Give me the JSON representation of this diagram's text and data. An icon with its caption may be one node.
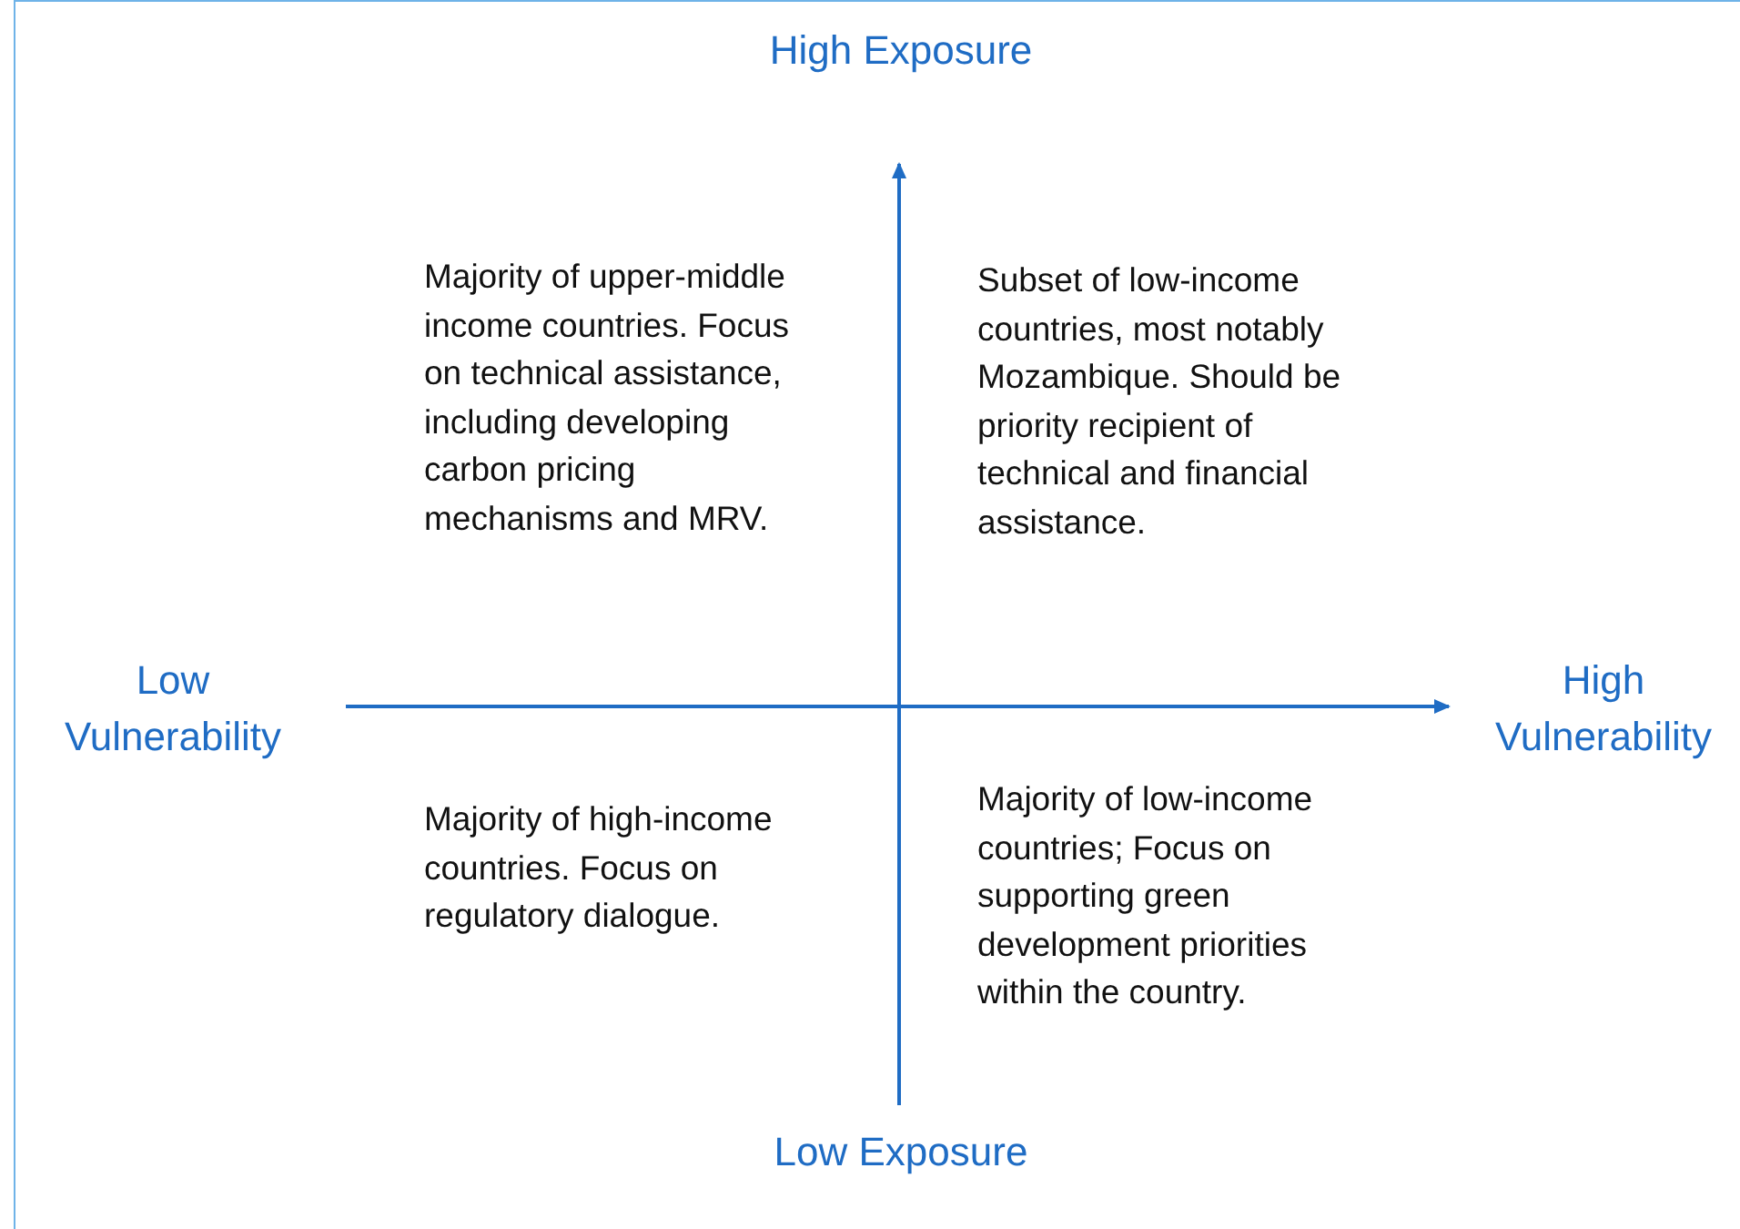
{
  "diagram": {
    "labels": [
      "High Exposure",
      "Majority of upper-middle income countries. Focus on technical assistance, including developing carbon pricing mechanisms and MRV.",
      "Subset of low-income countries, most notably Mozambique. Should be priority recipient of technical and financial assistance.",
      "Low Vulnerability",
      "High Vulnerability",
      "Majority of high-income countries. Focus on regulatory dialogue.",
      "Majority of low-income countries; Focus on supporting green development priorities within the country.",
      "Low Exposure"
    ]
  }
}
